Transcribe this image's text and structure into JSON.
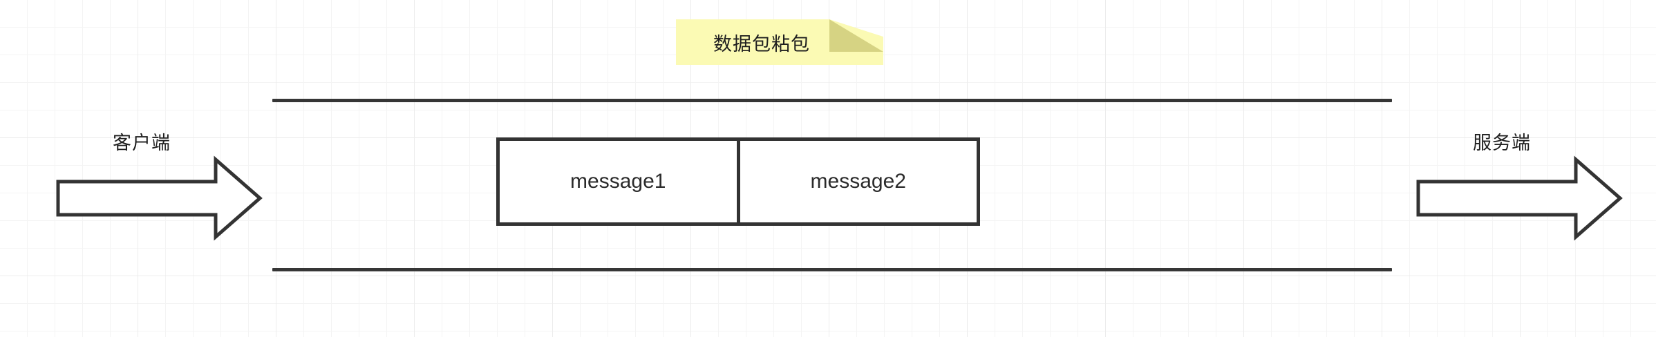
{
  "diagram": {
    "title_note": {
      "text": "数据包粘包",
      "fill_color": "#fbfab4",
      "fold_color": "#d6d383"
    },
    "pipe": {
      "top_line_name": "transport-stream-top",
      "bottom_line_name": "transport-stream-bottom",
      "line_color": "#363636"
    },
    "packets": [
      {
        "label": "message1"
      },
      {
        "label": "message2"
      }
    ],
    "endpoints": [
      {
        "id": "client",
        "label": "客户端",
        "arrow_direction": "right"
      },
      {
        "id": "server",
        "label": "服务端",
        "arrow_direction": "right"
      }
    ],
    "colors": {
      "stroke": "#333333",
      "text": "#1f1f1f",
      "canvas": "#ffffff",
      "grid_minor": "#f4f4f4",
      "grid_major": "#ececec"
    }
  }
}
